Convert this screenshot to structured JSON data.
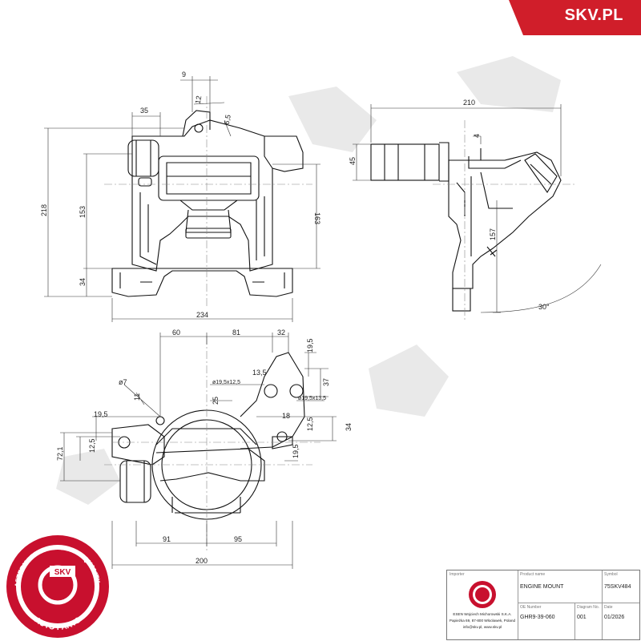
{
  "brand": {
    "name": "SKV.PL",
    "color": "#d01e2a"
  },
  "seal": {
    "ring_text_top": "AFTERMARKET PRICE • OF QUALITY •",
    "ring_text_bottom": "AUTO PARTS",
    "center_text": "SKV",
    "color": "#c8102e"
  },
  "front_view": {
    "dims": [
      "9",
      "12",
      "6,5",
      "35",
      "218",
      "153",
      "163",
      "34",
      "234"
    ]
  },
  "side_view": {
    "dims": [
      "210",
      "45",
      "4",
      "157",
      "30°"
    ]
  },
  "top_view": {
    "dims": [
      "60",
      "81",
      "32",
      "19,5",
      "13,5",
      "ø7",
      "11",
      "37",
      "ø19,5x12,5",
      "25",
      "ø19,5x13,5",
      "18",
      "19,5",
      "34",
      "12,5",
      "72,1",
      "12,5",
      "19,5",
      "91",
      "95",
      "200"
    ]
  },
  "title_block": {
    "importer_label": "Importer",
    "importer_lines": [
      "ESEN Wojciech Michorowski S.K.A.",
      "Papieżka 69, 87-800 Włocławek, Poland",
      "info@skv.pl, www.skv.pl"
    ],
    "product_name_label": "Product name",
    "product_name": "ENGINE MOUNT",
    "symbol_label": "Symbol",
    "symbol": "75SKV484",
    "oe_label": "OE Number",
    "oe_number": "GHR9-39-060",
    "diagram_label": "Diagram No.",
    "diagram_no": "001",
    "date_label": "Date",
    "date": "01/2026"
  }
}
